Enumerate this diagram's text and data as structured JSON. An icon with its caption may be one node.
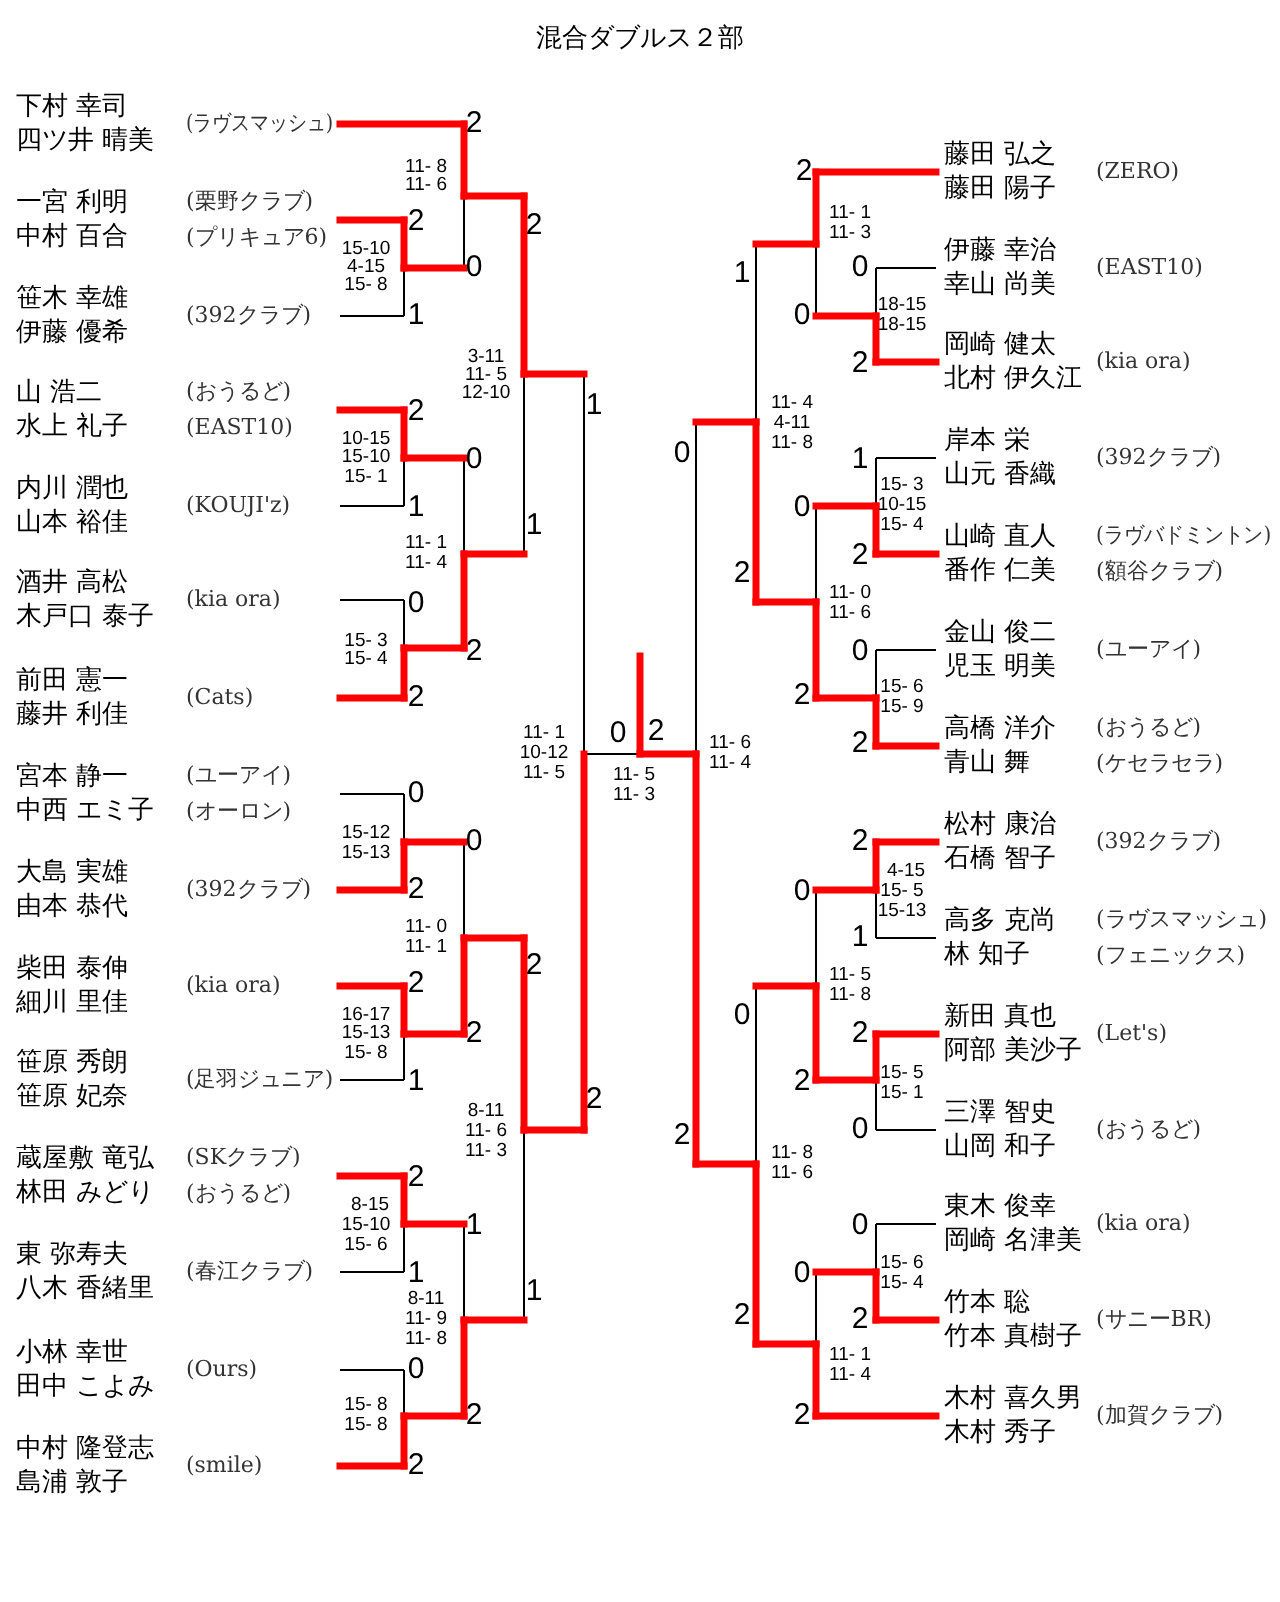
{
  "diagram": {
    "title": "混合ダブルス２部",
    "nodes": [
      {
        "text": [
          "下村 幸司",
          "四ツ井 晴美"
        ],
        "beside": [
          "(ラヴスマッシュ)"
        ]
      },
      {
        "text": [
          "一宮 利明",
          "中村 百合"
        ],
        "beside": [
          "(栗野クラブ)",
          "(プリキュア6)"
        ]
      },
      {
        "text": [
          "笹木 幸雄",
          "伊藤 優希"
        ],
        "beside": [
          "(392クラブ)"
        ]
      },
      {
        "text": [
          "山 浩二",
          "水上 礼子"
        ],
        "beside": [
          "(おうるど)",
          "(EAST10)"
        ]
      },
      {
        "text": [
          "内川 潤也",
          "山本 裕佳"
        ],
        "beside": [
          "(KOUJI'z)"
        ]
      },
      {
        "text": [
          "酒井 高松",
          "木戸口 泰子"
        ],
        "beside": [
          "(kia ora)"
        ]
      },
      {
        "text": [
          "前田 憲一",
          "藤井 利佳"
        ],
        "beside": [
          "(Cats)"
        ]
      },
      {
        "text": [
          "宮本 静一",
          "中西 エミ子"
        ],
        "beside": [
          "(ユーアイ)",
          "(オーロン)"
        ]
      },
      {
        "text": [
          "大島 実雄",
          "由本 恭代"
        ],
        "beside": [
          "(392クラブ)"
        ]
      },
      {
        "text": [
          "柴田 泰伸",
          "細川 里佳"
        ],
        "beside": [
          "(kia ora)"
        ]
      },
      {
        "text": [
          "笹原 秀朗",
          "笹原 妃奈"
        ],
        "beside": [
          "(足羽ジュニア)"
        ]
      },
      {
        "text": [
          "蔵屋敷 竜弘",
          "林田 みどり"
        ],
        "beside": [
          "(SKクラブ)",
          "(おうるど)"
        ]
      },
      {
        "text": [
          "東 弥寿夫",
          "八木 香緒里"
        ],
        "beside": [
          "(春江クラブ)"
        ]
      },
      {
        "text": [
          "小林 幸世",
          "田中 こよみ"
        ],
        "beside": [
          "(Ours)"
        ]
      },
      {
        "text": [
          "中村 隆登志",
          "島浦 敦子"
        ],
        "beside": [
          "(smile)"
        ]
      },
      {
        "text": [
          "藤田 弘之",
          "藤田 陽子"
        ],
        "beside": [
          "(ZERO)"
        ]
      },
      {
        "text": [
          "伊藤 幸治",
          "幸山 尚美"
        ],
        "beside": [
          "(EAST10)"
        ]
      },
      {
        "text": [
          "岡崎 健太",
          "北村 伊久江"
        ],
        "beside": [
          "(kia ora)"
        ]
      },
      {
        "text": [
          "岸本 栄",
          "山元 香織"
        ],
        "beside": [
          "(392クラブ)"
        ]
      },
      {
        "text": [
          "山崎 直人",
          "番作 仁美"
        ],
        "beside": [
          "(ラヴバドミントン)",
          "(額谷クラブ)"
        ]
      },
      {
        "text": [
          "金山 俊二",
          "児玉 明美"
        ],
        "beside": [
          "(ユーアイ)"
        ]
      },
      {
        "text": [
          "高橋 洋介",
          "青山 舞"
        ],
        "beside": [
          "(おうるど)",
          "(ケセラセラ)"
        ]
      },
      {
        "text": [
          "松村 康治",
          "石橋 智子"
        ],
        "beside": [
          "(392クラブ)"
        ]
      },
      {
        "text": [
          "高多 克尚",
          "林 知子"
        ],
        "beside": [
          "(ラヴスマッシュ)",
          "(フェニックス)"
        ]
      },
      {
        "text": [
          "新田 真也",
          "阿部 美沙子"
        ],
        "beside": [
          "(Let's)"
        ]
      },
      {
        "text": [
          "三澤 智史",
          "山岡 和子"
        ],
        "beside": [
          "(おうるど)"
        ]
      },
      {
        "text": [
          "東木 俊幸",
          "岡崎 名津美"
        ],
        "beside": [
          "(kia ora)"
        ]
      },
      {
        "text": [
          "竹本 聡",
          "竹本 真樹子"
        ],
        "beside": [
          "(サニーBR)"
        ]
      },
      {
        "text": [
          "木村 喜久男",
          "木村 秀子"
        ],
        "beside": [
          "(加賀クラブ)"
        ]
      }
    ],
    "labels": [
      "2",
      "11- 8",
      "11- 6",
      "2",
      "2",
      "15-10",
      "4-15",
      "15- 8",
      "0",
      "1",
      "3-11",
      "11- 5",
      "12-10",
      "1",
      "2",
      "10-15",
      "15-10",
      "15- 1",
      "0",
      "1",
      "1",
      "11- 1",
      "11- 4",
      "0",
      "15- 3",
      "15- 4",
      "2",
      "2",
      "0",
      "2",
      "11- 1",
      "10-12",
      "11- 5",
      "11- 6",
      "11- 4",
      "11- 5",
      "11- 3",
      "0",
      "15-12",
      "15-13",
      "0",
      "2",
      "11- 0",
      "11- 1",
      "2",
      "2",
      "16-17",
      "15-13",
      "15- 8",
      "2",
      "1",
      "2",
      "8-11",
      "11- 6",
      "11- 3",
      "2",
      "8-15",
      "15-10",
      "15- 6",
      "1",
      "1",
      "1",
      "8-11",
      "11- 9",
      "11- 8",
      "0",
      "15- 8",
      "15- 8",
      "2",
      "2",
      "2",
      "11- 1",
      "11- 3",
      "1",
      "0",
      "18-15",
      "18-15",
      "0",
      "2",
      "11- 4",
      "4-11",
      "11- 8",
      "0",
      "1",
      "15- 3",
      "10-15",
      "15- 4",
      "0",
      "2",
      "2",
      "11- 0",
      "11- 6",
      "0",
      "15- 6",
      "15- 9",
      "2",
      "2",
      "2",
      "4-15",
      "15- 5",
      "15-13",
      "0",
      "1",
      "11- 5",
      "11- 8",
      "0",
      "2",
      "15- 5",
      "15- 1",
      "2",
      "0",
      "2",
      "11- 8",
      "11- 6",
      "0",
      "15- 6",
      "15- 4",
      "0",
      "2",
      "2",
      "11- 1",
      "11- 4",
      "2"
    ]
  }
}
